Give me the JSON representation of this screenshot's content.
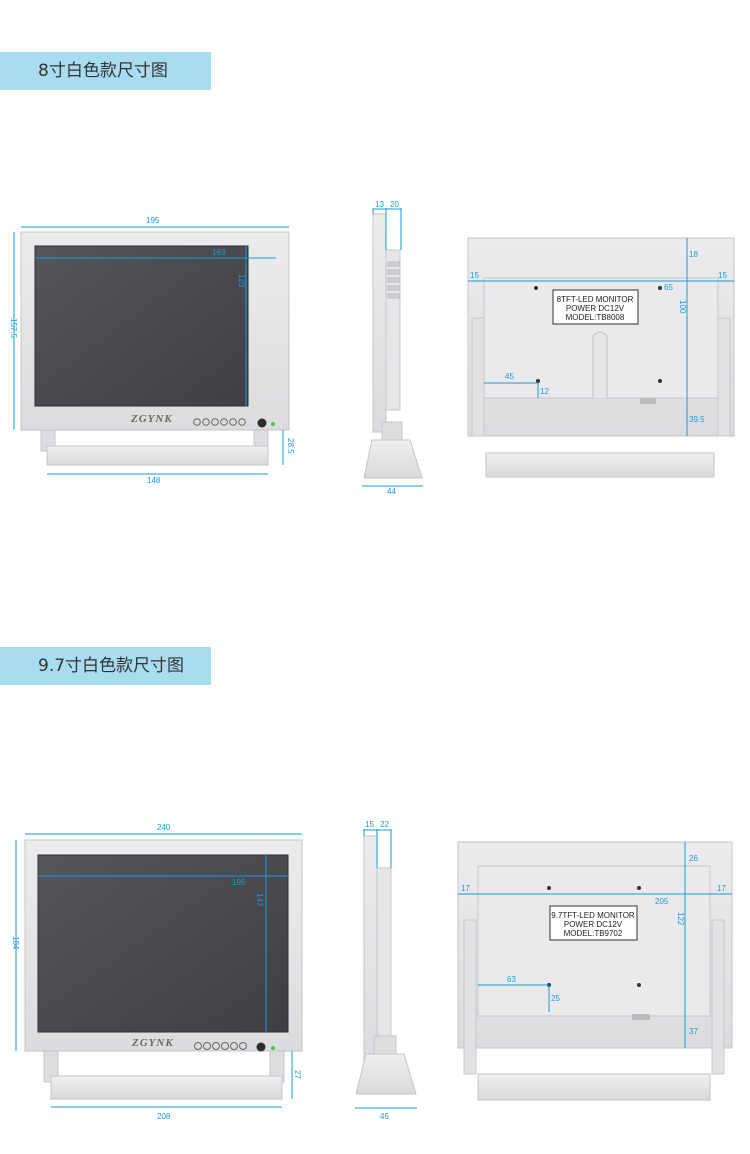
{
  "sections": [
    {
      "title": "8寸白色款尺寸图",
      "brand": "ZGYNK",
      "front": {
        "width": "195",
        "height": "157.5",
        "screen_width": "163",
        "screen_height": "123",
        "stand_height": "28.5",
        "base_width": "148"
      },
      "side": {
        "depth_a": "13",
        "depth_b": "20",
        "base_depth": "44"
      },
      "back": {
        "top": "18",
        "side_left": "15",
        "side_right": "15",
        "hole_spacing": "65",
        "panel_height": "100",
        "hole_offset_x": "45",
        "hole_offset_y": "12",
        "bottom": "39.5"
      },
      "label": {
        "line1": "8TFT-LED MONITOR",
        "line2": "POWER DC12V",
        "line3": "MODEL:TB8008"
      }
    },
    {
      "title": "9.7寸白色款尺寸图",
      "brand": "ZGYNK",
      "front": {
        "width": "240",
        "height": "184",
        "screen_width": "195",
        "screen_height": "147",
        "stand_height": "27",
        "base_width": "208"
      },
      "side": {
        "depth_a": "15",
        "depth_b": "22",
        "base_depth": "45"
      },
      "back": {
        "top": "26",
        "side_left": "17",
        "side_right": "17",
        "panel_width": "205",
        "panel_height": "122",
        "hole_offset_x": "63",
        "hole_offset_y": "25",
        "bottom": "37"
      },
      "label": {
        "line1": "9.7TFT-LED MONITOR",
        "line2": "POWER DC12V",
        "line3": "MODEL:TB9702"
      }
    }
  ],
  "colors": {
    "accent": "#1a9ad6",
    "tag_bg": "#a8dcf0",
    "bezel": "#e3e3e5",
    "screen": "#4a4b50"
  }
}
